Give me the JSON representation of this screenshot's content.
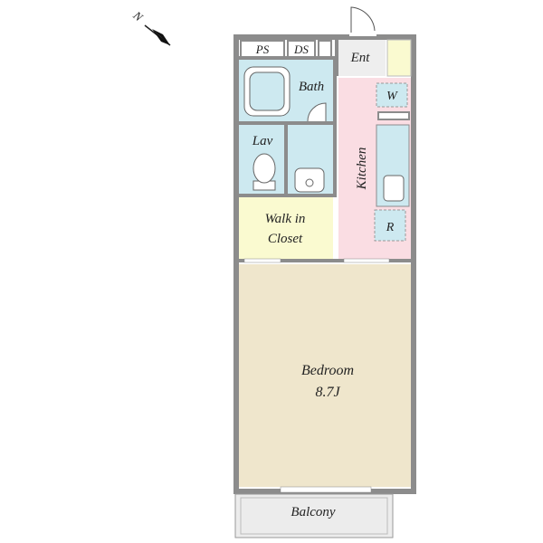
{
  "compass": {
    "north_label": "N"
  },
  "rooms": {
    "ps": "PS",
    "ds": "DS",
    "entrance": "Ent",
    "bath": "Bath",
    "lavatory": "Lav",
    "washer": "W",
    "kitchen": "Kitchen",
    "refrigerator": "R",
    "walk_in_closet_line1": "Walk in",
    "walk_in_closet_line2": "Closet",
    "bedroom": "Bedroom",
    "bedroom_size": "8.7J",
    "balcony": "Balcony"
  },
  "colors": {
    "wall": "#8c8c8c",
    "wet_area": "#cde9f0",
    "kitchen": "#fadde3",
    "closet": "#fafad0",
    "bedroom": "#efe6cc",
    "entrance": "#eeeeee",
    "balcony": "#ececec"
  }
}
